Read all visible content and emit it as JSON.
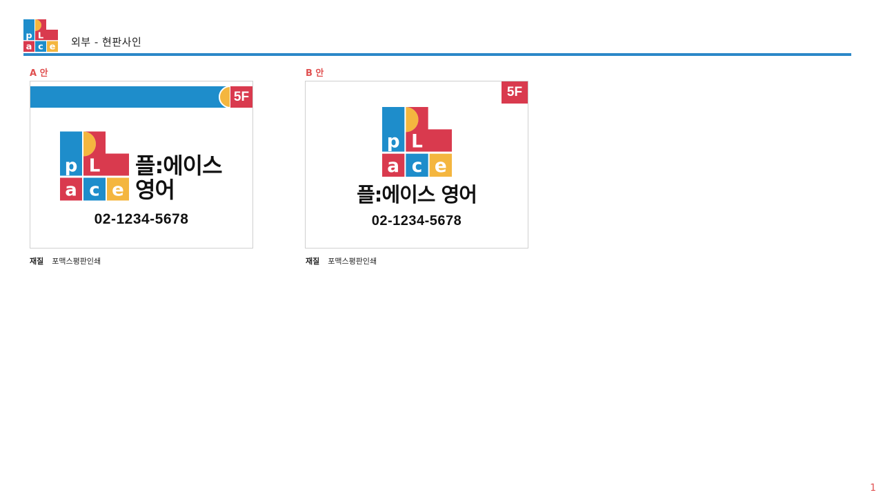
{
  "header": {
    "title": "외부 - 현판사인",
    "logo": "place-logo"
  },
  "options": [
    {
      "label": "A 안",
      "floor": "5F",
      "brand_line1": "플:에이스",
      "brand_line2": "영어",
      "phone": "02-1234-5678",
      "material_label": "재질",
      "material_value": "포맥스평판인쇄"
    },
    {
      "label": "B 안",
      "floor": "5F",
      "brand_line1": "플:에이스 영어",
      "phone": "02-1234-5678",
      "material_label": "재질",
      "material_value": "포맥스평판인쇄"
    }
  ],
  "colors": {
    "blue": "#1e8dcb",
    "red": "#d93a4e",
    "yellow": "#f4b63f",
    "accent_rule": "#2b88c8"
  },
  "page": {
    "number": "1"
  }
}
